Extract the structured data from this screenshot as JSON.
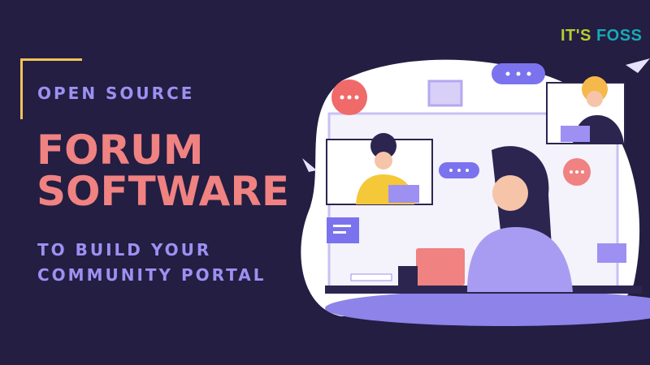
{
  "headline": {
    "kicker": "OPEN SOURCE",
    "title_line1": "FORUM",
    "title_line2": "SOFTWARE",
    "subtitle_line1": "TO BUILD YOUR",
    "subtitle_line2": "COMMUNITY PORTAL"
  },
  "logo": {
    "part1": "IT'S",
    "part2": "FOSS"
  },
  "colors": {
    "background": "#231e42",
    "accent_pink": "#f08282",
    "accent_lavender": "#9d90f2",
    "accent_yellow": "#f2c25a"
  }
}
